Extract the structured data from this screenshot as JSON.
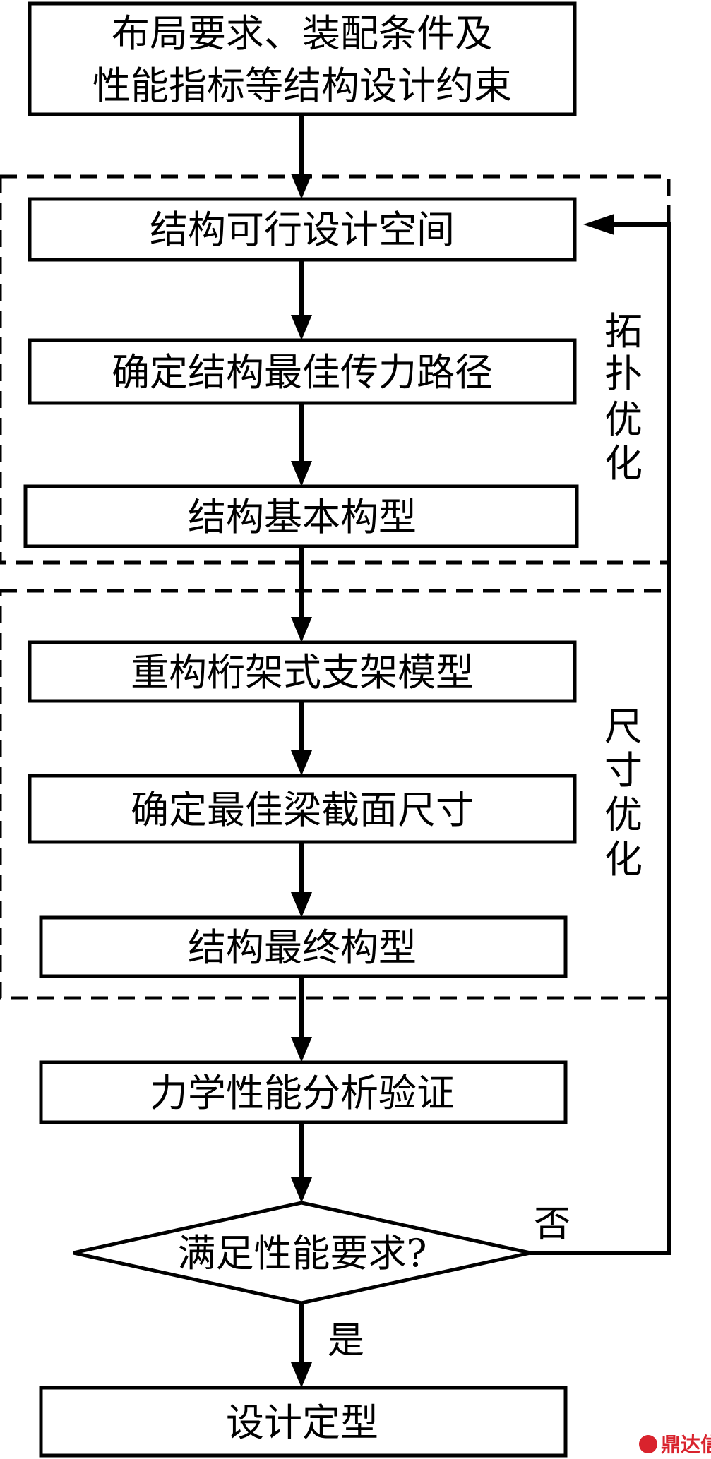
{
  "boxes": {
    "constraints": [
      "布局要求、装配条件及",
      "性能指标等结构设计约束"
    ],
    "feasible_space": "结构可行设计空间",
    "load_path": "确定结构最佳传力路径",
    "basic_config": "结构基本构型",
    "truss_model": "重构桁架式支架模型",
    "beam_section": "确定最佳梁截面尺寸",
    "final_config": "结构最终构型",
    "verification": "力学性能分析验证",
    "decision": "满足性能要求?",
    "final_design": "设计定型"
  },
  "groups": {
    "topology": [
      "拓",
      "扑",
      "优",
      "化"
    ],
    "sizing": [
      "尺",
      "寸",
      "优",
      "化"
    ]
  },
  "edges": {
    "no": "否",
    "yes": "是"
  },
  "watermark": "鼎达信"
}
